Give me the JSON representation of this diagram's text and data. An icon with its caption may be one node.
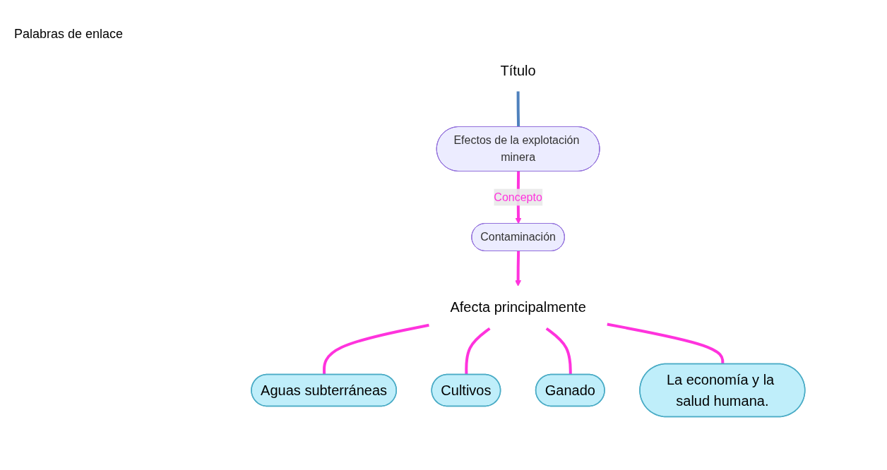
{
  "diagram": {
    "nodes": [
      {
        "text": [
          "Título"
        ]
      },
      {
        "text": [
          "Efectos de la explotación minera"
        ]
      },
      {
        "text": [
          "Contaminación"
        ]
      },
      {
        "text": [
          "Afecta principalmente"
        ]
      },
      {
        "text": [
          "Aguas subterráneas"
        ]
      },
      {
        "text": [
          "Cultivos"
        ]
      },
      {
        "text": [
          "Ganado"
        ]
      },
      {
        "text": [
          "La economía y la salud humana."
        ]
      }
    ],
    "edges": [
      {
        "from": 0,
        "to": 1,
        "arrow": "none",
        "color": "#4f81bd"
      },
      {
        "from": 1,
        "to": 2,
        "arrow": "to",
        "label": "Concepto"
      },
      {
        "from": 2,
        "to": 3,
        "arrow": "to"
      },
      {
        "from": 3,
        "to": 4,
        "arrow": "none"
      },
      {
        "from": 3,
        "to": 5,
        "arrow": "none"
      },
      {
        "from": 3,
        "to": 6,
        "arrow": "none"
      },
      {
        "from": 3,
        "to": 7,
        "arrow": "none"
      }
    ],
    "labels": [
      "Palabras de enlace"
    ]
  }
}
